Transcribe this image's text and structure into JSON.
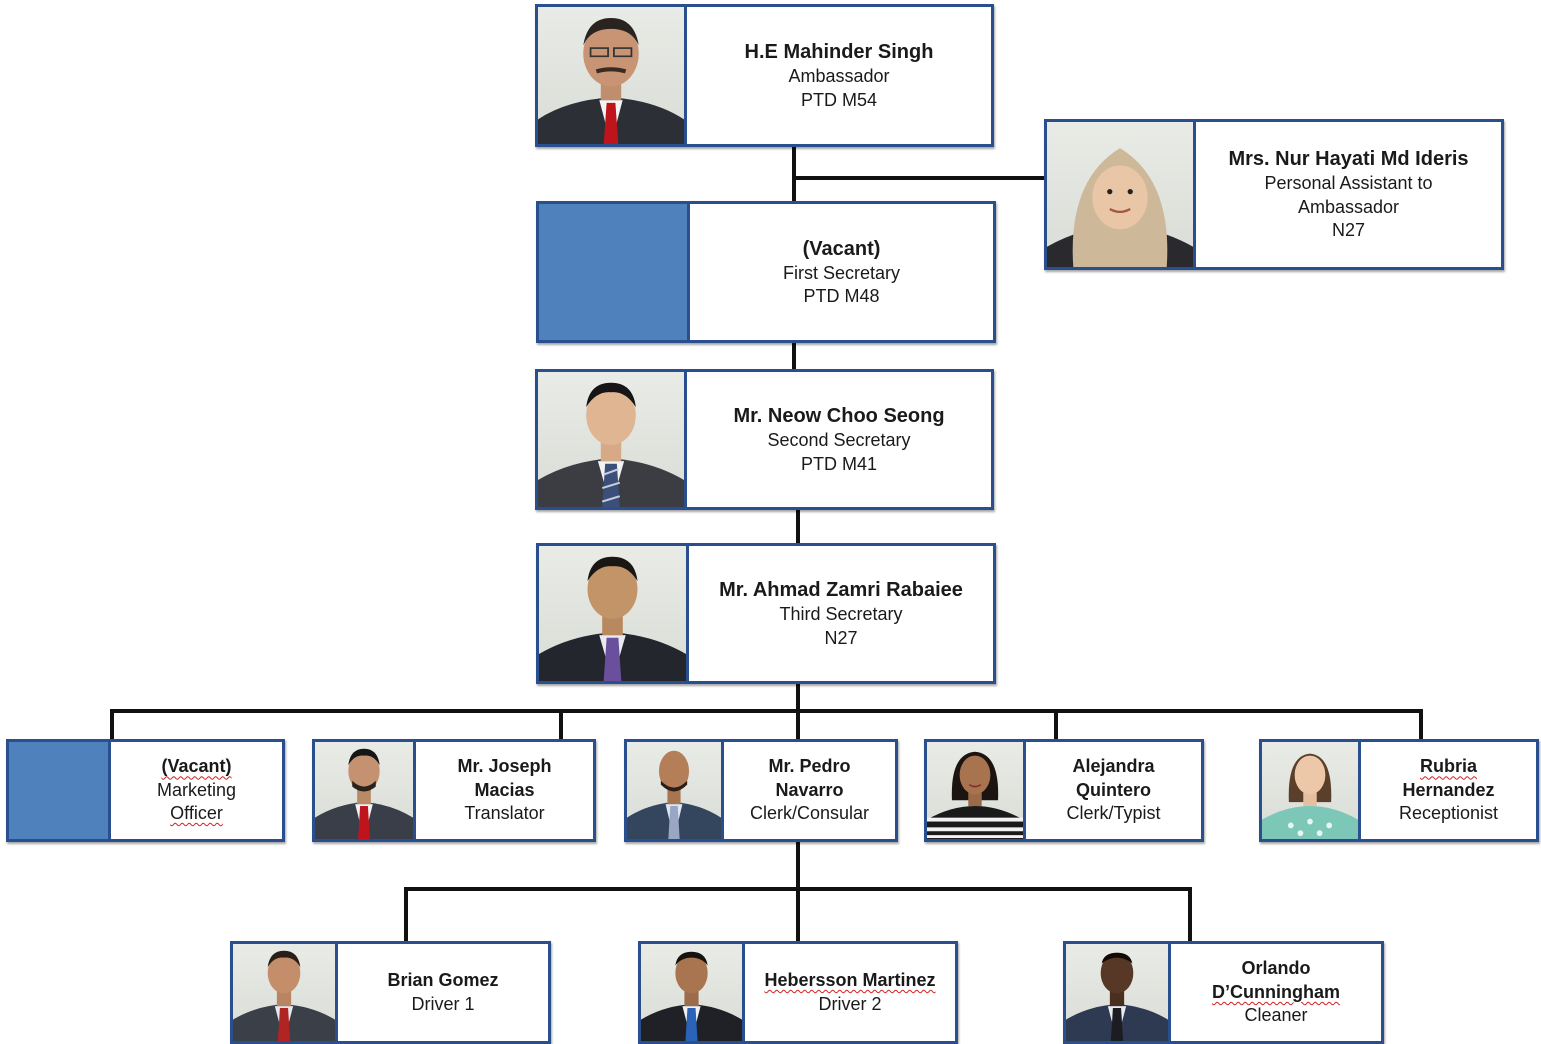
{
  "ambassador": {
    "name": "H.E Mahinder Singh",
    "title": "Ambassador",
    "grade": "PTD M54",
    "photo": "portrait-man-red-tie"
  },
  "assistant": {
    "name": "Mrs. Nur Hayati Md Ideris",
    "title_line1": "Personal Assistant to",
    "title_line2": "Ambassador",
    "grade": "N27",
    "photo": "portrait-woman-hijab"
  },
  "first_secretary": {
    "name": "(Vacant)",
    "title": "First Secretary",
    "grade": "PTD M48",
    "photo": "vacant-placeholder"
  },
  "second_secretary": {
    "name": "Mr. Neow Choo Seong",
    "title": "Second Secretary",
    "grade": "PTD M41",
    "photo": "portrait-man-striped-tie"
  },
  "third_secretary": {
    "name": "Mr. Ahmad Zamri Rabaiee",
    "title": "Third Secretary",
    "grade": "N27",
    "photo": "portrait-man-purple-tie"
  },
  "staff": [
    {
      "name_line1": "(Vacant)",
      "title_line1": "Marketing",
      "title_line2": "Officer",
      "photo": "vacant-placeholder"
    },
    {
      "name_line1": "Mr. Joseph",
      "name_line2": "Macias",
      "title_line1": "Translator",
      "photo": "portrait-man-red-tie"
    },
    {
      "name_line1": "Mr. Pedro",
      "name_line2": "Navarro",
      "title_line1": "Clerk/Consular",
      "photo": "portrait-man-light-tie"
    },
    {
      "name_line1": "Alejandra",
      "name_line2": "Quintero",
      "title_line1": "Clerk/Typist",
      "photo": "portrait-woman-striped-top"
    },
    {
      "name_line1": "Rubria",
      "name_line2": "Hernandez",
      "title_line1": "Receptionist",
      "photo": "portrait-woman-patterned-top"
    }
  ],
  "support": [
    {
      "name_line1": "Brian Gomez",
      "title_line1": "Driver 1",
      "photo": "portrait-man-red-tie"
    },
    {
      "name_line1": "Hebersson Martinez",
      "title_line1": "Driver 2",
      "photo": "portrait-man-blue-tie"
    },
    {
      "name_line1": "Orlando",
      "name_line2": "D’Cunningham",
      "title_line1": "Cleaner",
      "photo": "portrait-man-dark-tie"
    }
  ],
  "colors": {
    "border": "#2a4f8f",
    "vacant": "#4f81bd",
    "connector": "#111111",
    "spellcheck": "#d02020"
  }
}
